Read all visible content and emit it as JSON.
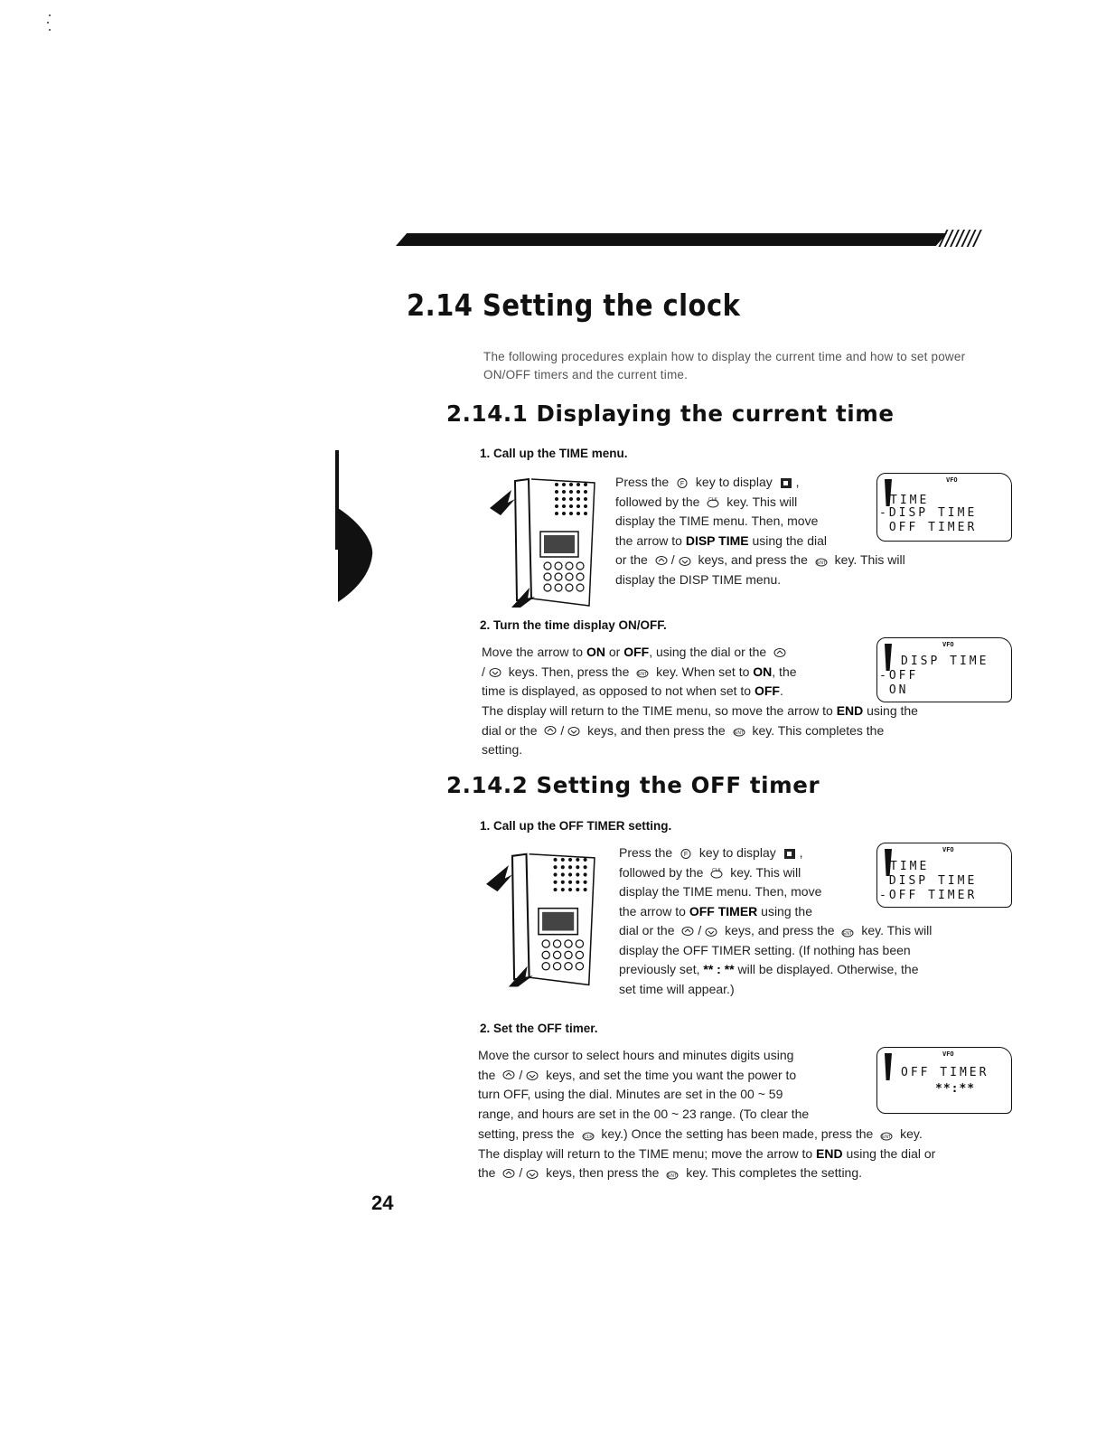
{
  "header": {
    "slashes": "///////"
  },
  "section": {
    "title": "2.14 Setting the clock",
    "intro": "The following procedures explain how to display the current time and how to set power ON/OFF timers and the current time."
  },
  "sub1": {
    "title": "2.14.1 Displaying the current time",
    "step1": {
      "head": "1. Call up the TIME menu.",
      "text_a": "Press the",
      "text_b": "key to display",
      "text_c": ",",
      "text_d": "followed by the",
      "text_e": "key. This will",
      "text_f": "display the TIME menu. Then, move",
      "text_g": "the arrow to",
      "text_g_bold": "DISP TIME",
      "text_h": "using the dial",
      "text_i": "or the",
      "text_j": "keys, and press the",
      "text_k": "key. This will",
      "text_l": "display the DISP TIME menu.",
      "lcd": {
        "vfo": "VFO",
        "l1": "TIME",
        "l2": "-DISP TIME",
        "l3": " OFF TIMER"
      }
    },
    "step2": {
      "head": "2. Turn the time display ON/OFF.",
      "a": "Move the arrow to",
      "on": "ON",
      "or": "or",
      "off": "OFF",
      "b": ", using the dial or the",
      "c": "keys. Then, press the",
      "d": "key. When set to",
      "d_on": "ON",
      "e": ", the",
      "f": "time is displayed, as opposed to not when set to",
      "f_off": "OFF",
      "g": "The display will return to the TIME menu, so move the arrow to",
      "g_end": "END",
      "h": "using the",
      "i": "dial or the",
      "j": "keys, and then press the",
      "k": "key. This completes the",
      "l": "setting.",
      "lcd": {
        "vfo": "VFO",
        "l1": "DISP TIME",
        "l2": "-OFF",
        "l3": " ON"
      }
    }
  },
  "sub2": {
    "title": "2.14.2 Setting the OFF timer",
    "step1": {
      "head": "1. Call up the OFF TIMER setting.",
      "text_a": "Press the",
      "text_b": "key to display",
      "text_c": ",",
      "text_d": "followed by the",
      "text_e": "key. This will",
      "text_f": "display the TIME menu. Then, move",
      "text_g": "the arrow to",
      "text_g_bold": "OFF TIMER",
      "text_h": "using the",
      "text_i": "dial or the",
      "text_j": "keys, and press the",
      "text_k": "key. This will",
      "text_l": "display the OFF TIMER setting. (If nothing has been",
      "text_m": "previously set,",
      "text_m_stars": "** : **",
      "text_n": "will be displayed. Otherwise, the",
      "text_o": "set time will appear.)",
      "lcd": {
        "vfo": "VFO",
        "l1": "TIME",
        "l2": " DISP TIME",
        "l3": "-OFF TIMER"
      }
    },
    "step2": {
      "head": "2. Set the OFF timer.",
      "a": "Move the cursor to select hours and minutes digits using",
      "b": "the",
      "c": "keys, and set the time you want the power to",
      "d": "turn OFF, using the dial. Minutes are set in the 00 ~ 59",
      "e": "range, and hours are set in the 00 ~ 23 range. (To clear the",
      "f": "setting, press the",
      "g": "key.) Once the setting has been made, press the",
      "h": "key.",
      "i": "The display will return to the TIME menu; move the arrow to",
      "i_end": "END",
      "j": "using the dial or",
      "k": "the",
      "l": "keys, then press the",
      "m": "key. This completes the setting.",
      "lcd": {
        "vfo": "VFO",
        "l1": "OFF TIMER",
        "l2": "**:**"
      }
    }
  },
  "page_number": "24"
}
